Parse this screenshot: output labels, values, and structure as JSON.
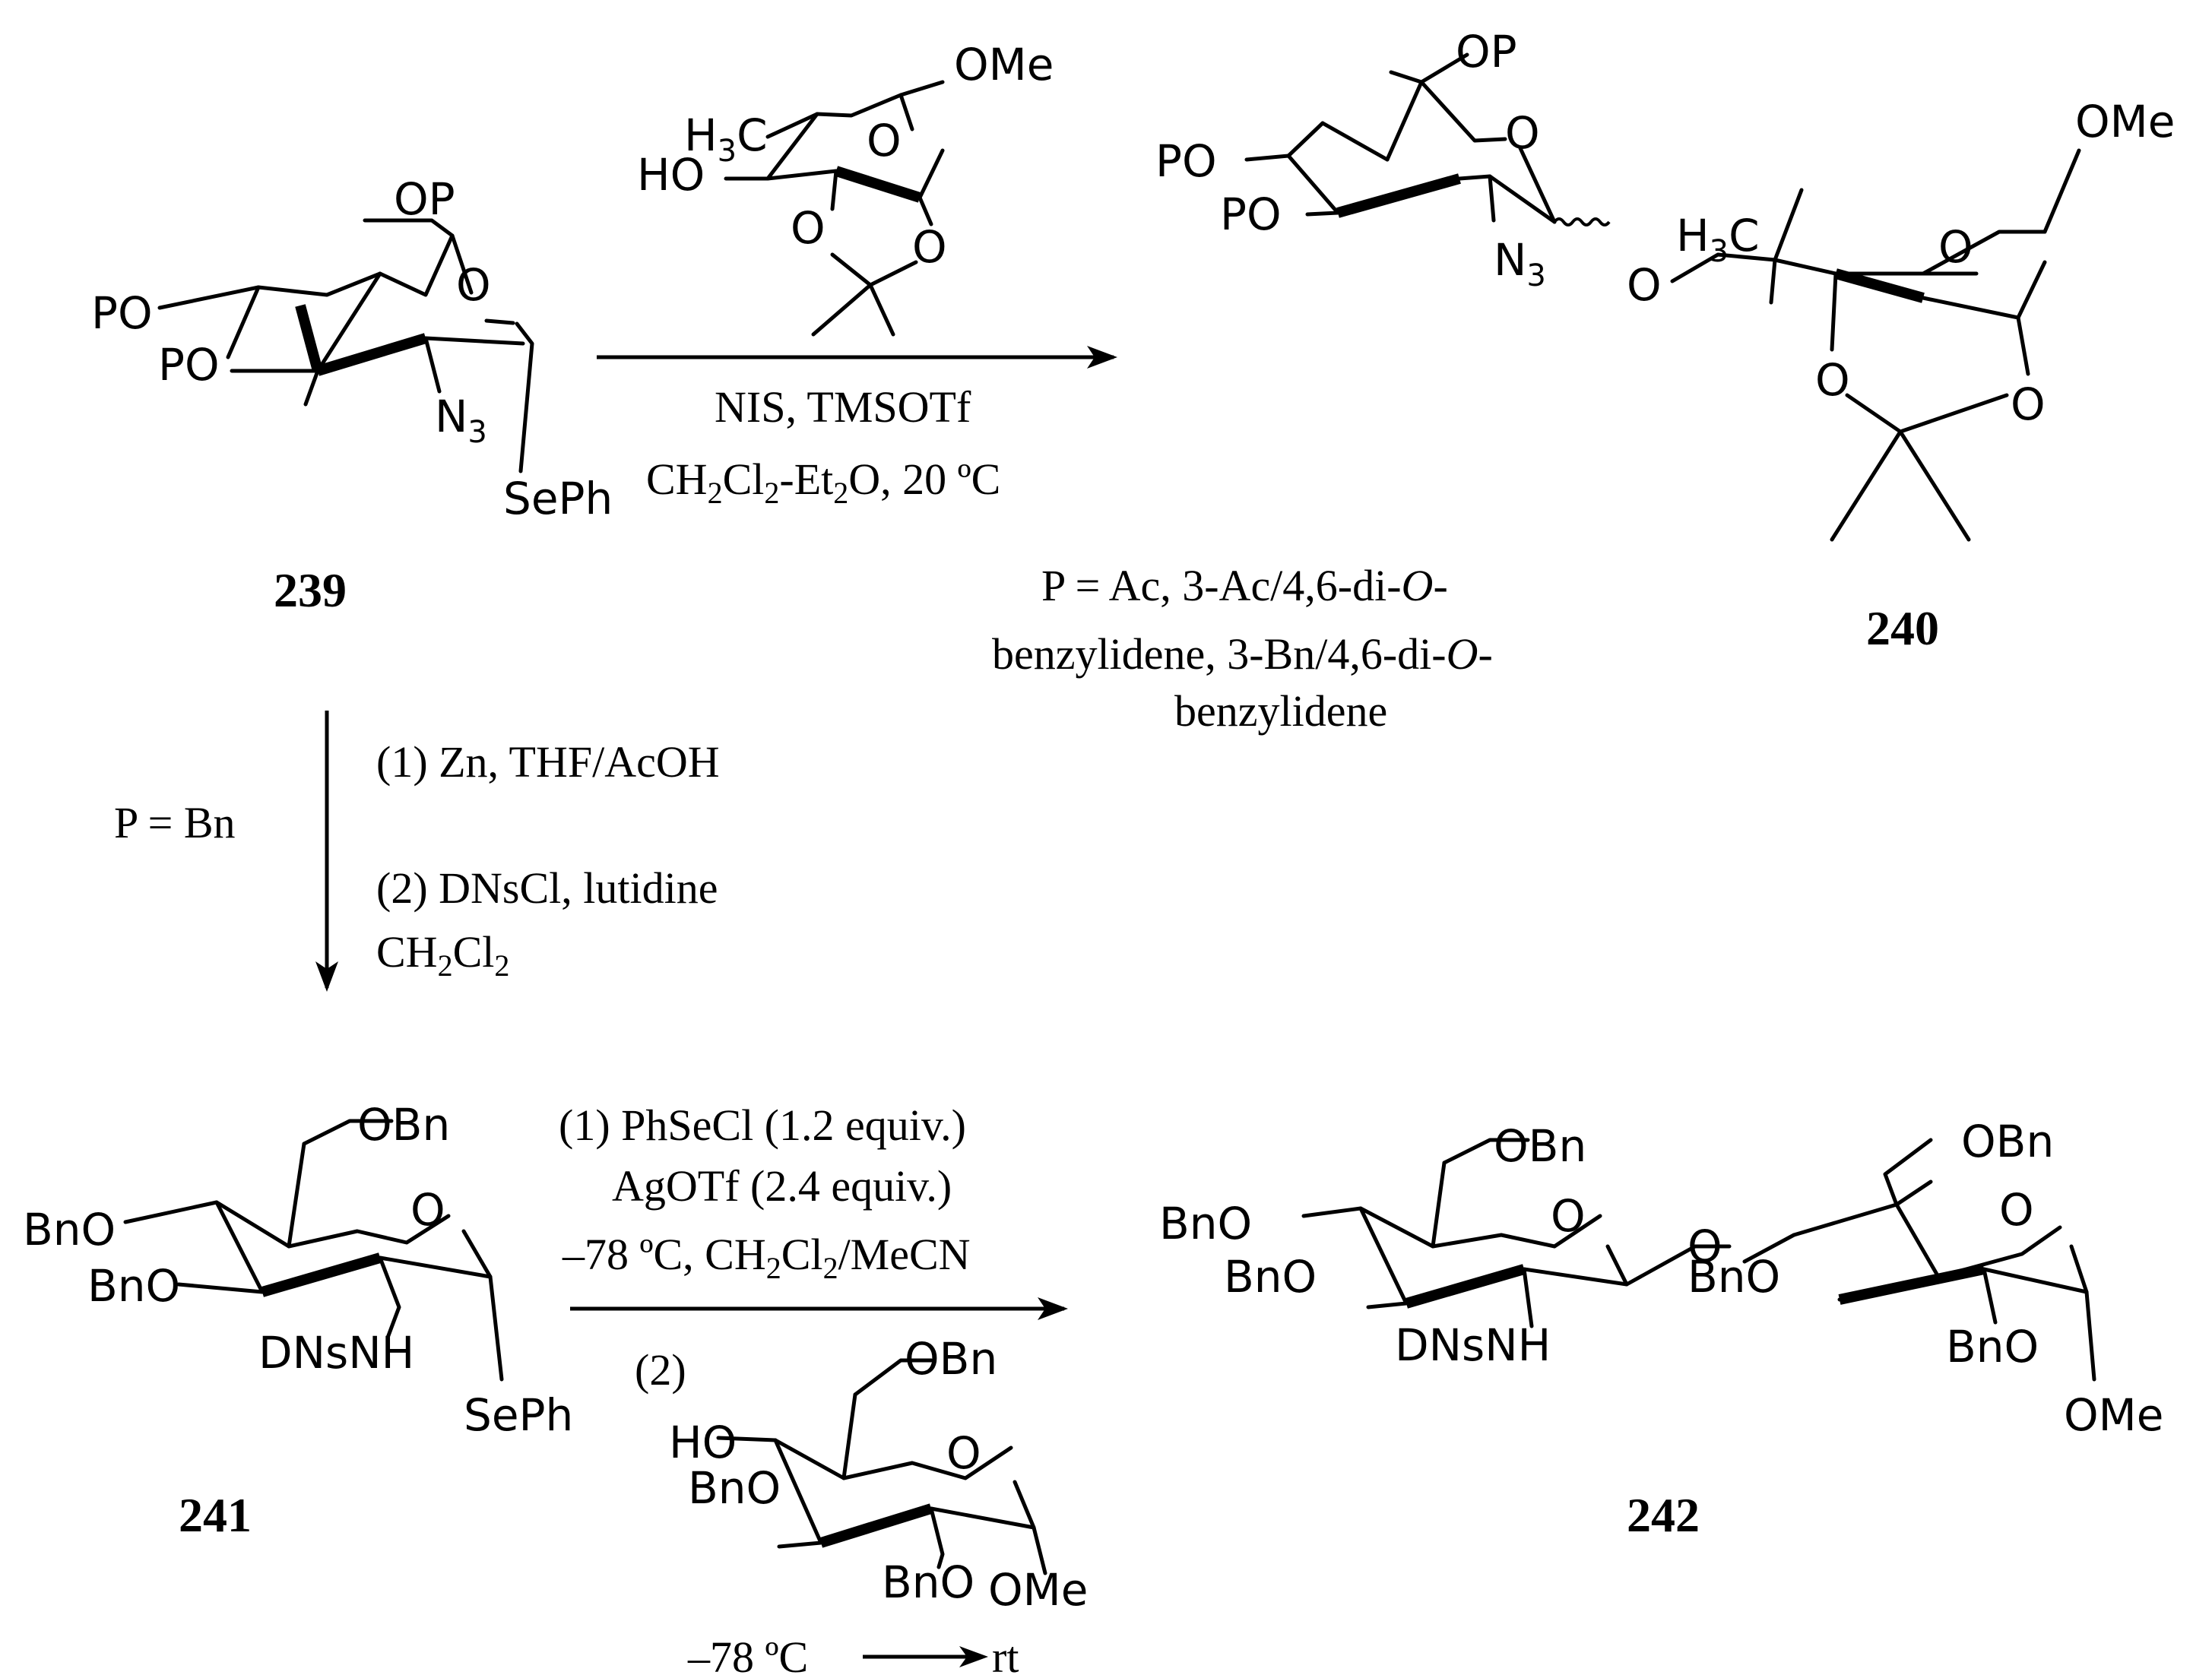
{
  "compounds": {
    "c239": {
      "label": "239",
      "atoms": {
        "o6": "OP",
        "o4": "PO",
        "o3": "PO",
        "ring_o": "O",
        "n3": "N",
        "n3_sub": "3",
        "seph": "SePh"
      }
    },
    "acceptor_top": {
      "atoms": {
        "ome": "OMe",
        "h3c": "H",
        "h3c_sub": "3",
        "h3c_c": "C",
        "ho": "HO",
        "ring_o": "O",
        "o_left": "O",
        "o_right": "O"
      }
    },
    "c240": {
      "label": "240",
      "atoms": {
        "o6": "OP",
        "o4": "PO",
        "o3": "PO",
        "ring_o": "O",
        "n3": "N",
        "n3_sub": "3",
        "link_o": "O",
        "ome": "OMe",
        "h3c": "H",
        "h3c_sub": "3",
        "h3c_c": "C",
        "ring_o2": "O",
        "o_left": "O",
        "o_right": "O"
      }
    },
    "c241": {
      "label": "241",
      "atoms": {
        "obn6": "OBn",
        "bno4": "BnO",
        "bno3": "BnO",
        "ring_o": "O",
        "dnsnh": "DNsNH",
        "seph": "SePh"
      }
    },
    "acceptor_bottom": {
      "atoms": {
        "obn6": "OBn",
        "ho": "HO",
        "bno3": "BnO",
        "ring_o": "O",
        "bno2": "BnO",
        "ome": "OMe"
      }
    },
    "c242": {
      "label": "242",
      "atoms": {
        "obn6a": "OBn",
        "bno4": "BnO",
        "bno3": "BnO",
        "ring_o_a": "O",
        "dnsnh": "DNsNH",
        "link_o": "O",
        "obn6b": "OBn",
        "bno3b": "BnO",
        "ring_o_b": "O",
        "bno2b": "BnO",
        "ome": "OMe"
      }
    }
  },
  "reaction1": {
    "reagent_line1": "NIS, TMSOTf",
    "solvent_prefix": "CH",
    "solvent_sub1": "2",
    "solvent_mid": "Cl",
    "solvent_sub2": "2",
    "solvent_mid2": "-Et",
    "solvent_sub3": "2",
    "solvent_tail": "O, 20 ºC",
    "p_note_line1": "P = Ac, 3-Ac/4,6-di-",
    "p_note_line1_italic": "O",
    "p_note_line1_tail": "-",
    "p_note_line2": "benzylidene, 3-Bn/4,6-di-",
    "p_note_line2_italic": "O",
    "p_note_line2_tail": "-",
    "p_note_line3": "benzylidene"
  },
  "reaction2": {
    "p_label": "P = Bn",
    "step1": "(1) Zn, THF/AcOH",
    "step2": "(2) DNsCl, lutidine",
    "solvent_prefix": "CH",
    "solvent_sub1": "2",
    "solvent_mid": "Cl",
    "solvent_sub2": "2"
  },
  "reaction3": {
    "step1_line1": "(1) PhSeCl (1.2 equiv.)",
    "step1_line2": "AgOTf (2.4 equiv.)",
    "step1_line3_prefix": "–78 ºC, CH",
    "step1_line3_sub1": "2",
    "step1_line3_mid": "Cl",
    "step1_line3_sub2": "2",
    "step1_line3_tail": "/MeCN",
    "step2_label": "(2)",
    "temp_start": "–78 ºC",
    "temp_end": "rt"
  }
}
